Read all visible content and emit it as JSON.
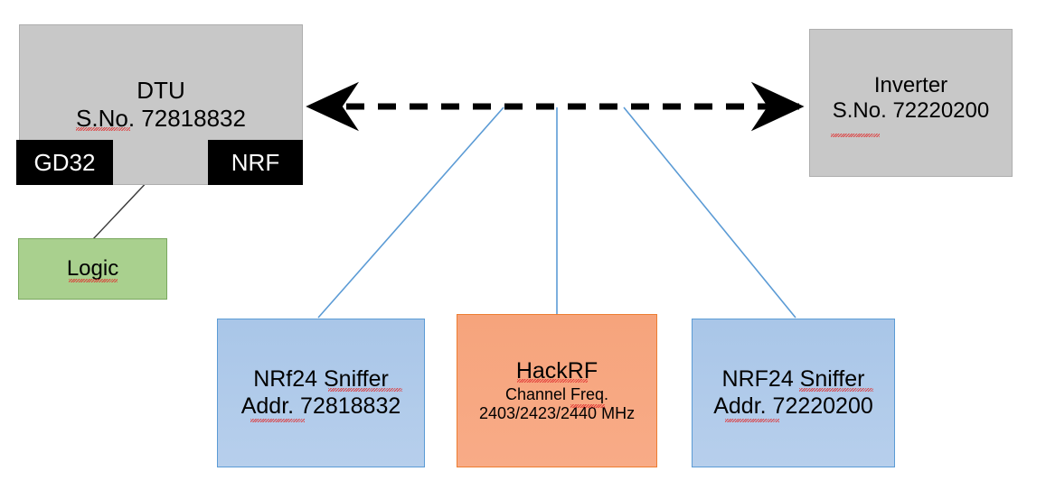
{
  "diagram": {
    "title_implied": "NRF24 / HackRF sniffing setup",
    "nodes": {
      "dtu": {
        "name": "DTU",
        "serial_label": "S.No. 72818832",
        "color": "#c8c8c8",
        "chips": {
          "mcu": "GD32",
          "radio": "NRF"
        }
      },
      "inverter": {
        "name": "Inverter",
        "serial_label": "S.No. 72220200",
        "color": "#c8c8c8"
      },
      "logic": {
        "name": "Logic",
        "color": "#a9d08e"
      },
      "sniffer_left": {
        "line1": "NRf24 Sniffer",
        "line2": "Addr. 72818832",
        "color": "#a9c6e8"
      },
      "hackrf": {
        "line1": "HackRF",
        "line2": "Channel Freq.",
        "line3": "2403/2423/2440 MHz",
        "color": "#f6a47c"
      },
      "sniffer_right": {
        "line1": "NRF24 Sniffer",
        "line2": "Addr. 72220200",
        "color": "#a9c6e8"
      }
    },
    "connectors": {
      "rf_link": {
        "name": "dtu-inverter-rf-link",
        "style": "dashed-double-arrow",
        "color": "#000000"
      },
      "spi_link": {
        "name": "gd32-nrf-bus",
        "style": "solid-double-arrow",
        "color": "#000000"
      },
      "logic_probe": {
        "name": "logic-analyzer-tap",
        "style": "thin-solid-line",
        "color": "#3a3a3a"
      },
      "tap_lines": {
        "name": "sniffer-tap-lines",
        "style": "thin-solid-line",
        "color": "#5b9bd5",
        "count": 3
      }
    }
  }
}
